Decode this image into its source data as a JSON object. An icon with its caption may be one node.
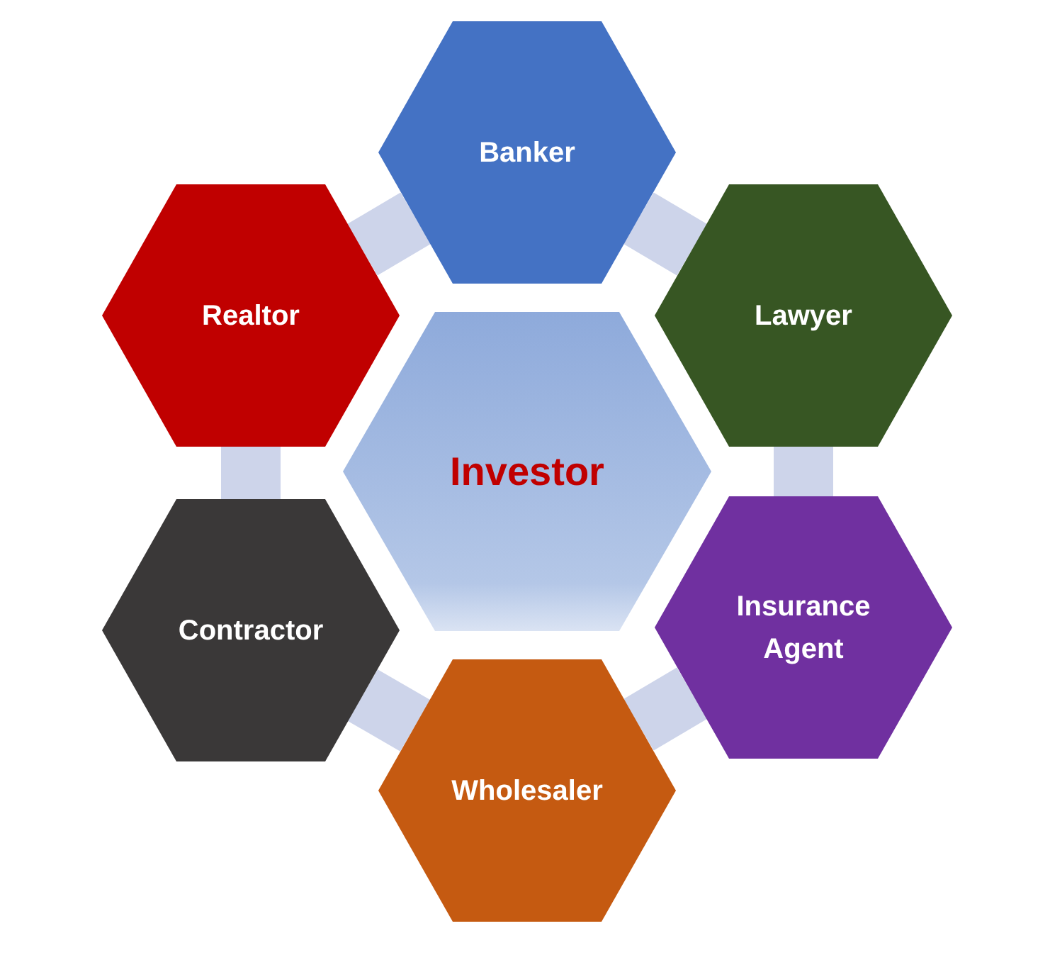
{
  "diagram": {
    "nodes": [
      {
        "text": [
          "Banker"
        ]
      },
      {
        "text": [
          "Realtor"
        ]
      },
      {
        "text": [
          "Lawyer"
        ]
      },
      {
        "text": [
          "Investor"
        ]
      },
      {
        "text": [
          "Contractor"
        ]
      },
      {
        "text": [
          "Insurance Agent"
        ]
      },
      {
        "text": [
          "Wholesaler"
        ]
      }
    ],
    "edges": [
      {
        "from": 1,
        "to": 0,
        "arrow": "none"
      },
      {
        "from": 0,
        "to": 2,
        "arrow": "none"
      },
      {
        "from": 2,
        "to": 5,
        "arrow": "none"
      },
      {
        "from": 5,
        "to": 6,
        "arrow": "none"
      },
      {
        "from": 6,
        "to": 4,
        "arrow": "none"
      },
      {
        "from": 4,
        "to": 1,
        "arrow": "none"
      }
    ]
  }
}
